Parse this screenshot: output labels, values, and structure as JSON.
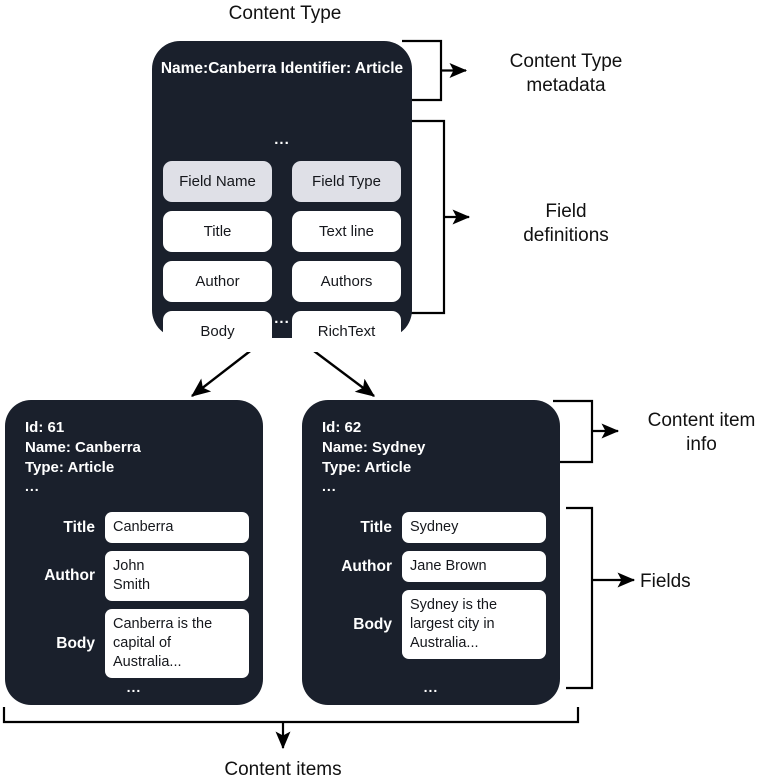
{
  "diagram": {
    "title": "Content Type",
    "bottom_caption": "Content items",
    "colors": {
      "card_background": "#1a202c",
      "card_text": "#ffffff",
      "chip_background": "#ffffff",
      "chip_header_background": "#dfe0e7",
      "page_background": "#ffffff",
      "connector": "#000000"
    }
  },
  "content_type": {
    "metadata_lines": "Name:Canberra\nIdentifier: Article",
    "metadata_ellipsis": "...",
    "bottom_ellipsis": "...",
    "field_table": {
      "headers": [
        "Field Name",
        "Field Type"
      ],
      "rows": [
        [
          "Title",
          "Text line"
        ],
        [
          "Author",
          "Authors"
        ],
        [
          "Body",
          "RichText"
        ]
      ]
    },
    "annotations": {
      "metadata": "Content Type\nmetadata",
      "field_definitions": "Field\ndefinitions"
    }
  },
  "content_items": [
    {
      "info_lines": "Id: 61\nName: Canberra\nType: Article",
      "info_ellipsis": "...",
      "bottom_ellipsis": "...",
      "fields": [
        {
          "label": "Title",
          "value": "Canberra"
        },
        {
          "label": "Author",
          "value": "John\nSmith"
        },
        {
          "label": "Body",
          "value": "Canberra is the\ncapital of\nAustralia..."
        }
      ]
    },
    {
      "info_lines": "Id: 62\nName: Sydney\nType: Article",
      "info_ellipsis": "...",
      "bottom_ellipsis": "...",
      "fields": [
        {
          "label": "Title",
          "value": "Sydney"
        },
        {
          "label": "Author",
          "value": "Jane Brown"
        },
        {
          "label": "Body",
          "value": "Sydney is the\nlargest city in\nAustralia..."
        }
      ]
    }
  ],
  "item_annotations": {
    "info": "Content item\ninfo",
    "fields": "Fields"
  }
}
